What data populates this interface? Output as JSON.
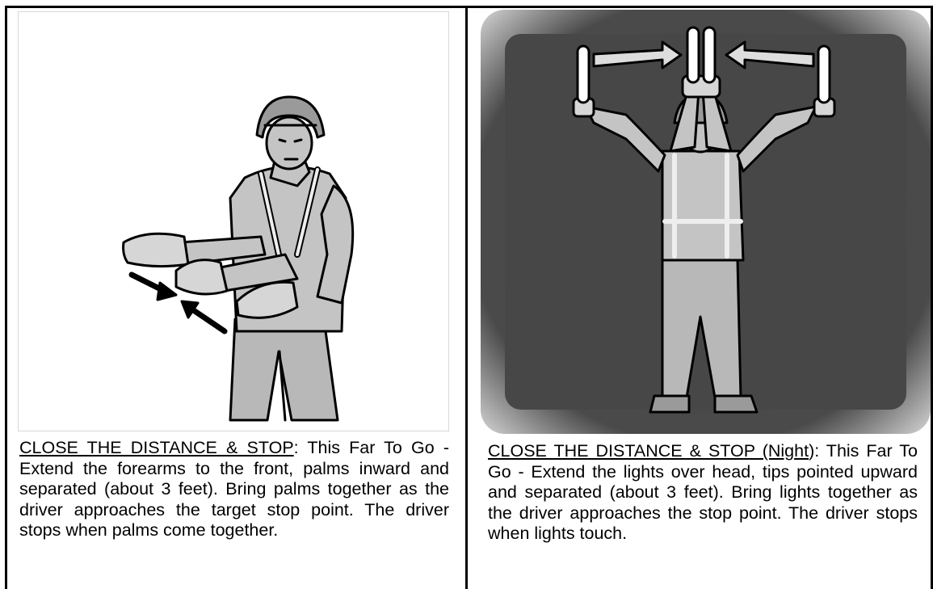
{
  "left_panel": {
    "title": "CLOSE THE DISTANCE & STOP",
    "body": ":  This Far To Go - Extend the forearms to the front, palms inward and separated (about 3 feet). Bring palms together as the driver approaches the target stop point. The driver stops when palms come together."
  },
  "right_panel": {
    "title": "CLOSE THE DISTANCE & STOP (Night",
    "body": "): This Far To Go - Extend the lights over head, tips pointed upward and separated (about 3 feet). Bring lights together as the driver approaches the stop point. The driver stops when lights touch."
  },
  "colors": {
    "night_background": "#4a4a4a",
    "figure_fill": "#bdbdbd",
    "outline": "#000000"
  },
  "icons": [
    "day-signal-illustration",
    "night-signal-illustration"
  ]
}
